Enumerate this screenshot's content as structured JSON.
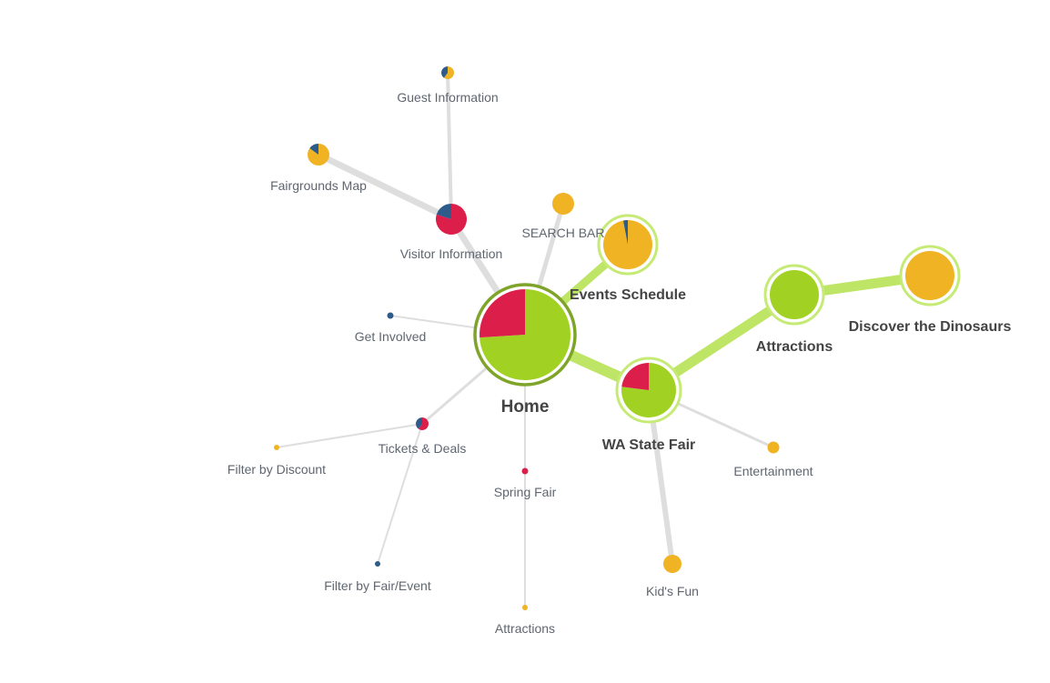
{
  "colors": {
    "green": "#a1d223",
    "yellow": "#efb324",
    "red": "#dc1f4a",
    "blue": "#2d5b8a",
    "highlight_link": "#bfe566",
    "highlight_ring": "#c6ea76",
    "home_ring": "#7ea52a",
    "link": "#dedede"
  },
  "nodes": {
    "home": {
      "label": "Home",
      "slices": [
        {
          "color": "green",
          "value": 0.74
        },
        {
          "color": "red",
          "value": 0.26
        }
      ]
    },
    "events_schedule": {
      "label": "Events Schedule",
      "slices": [
        {
          "color": "yellow",
          "value": 0.97
        },
        {
          "color": "blue",
          "value": 0.03
        }
      ]
    },
    "wa_state_fair": {
      "label": "WA State Fair",
      "slices": [
        {
          "color": "green",
          "value": 0.77
        },
        {
          "color": "red",
          "value": 0.23
        }
      ]
    },
    "attractions_main": {
      "label": "Attractions",
      "slices": [
        {
          "color": "green",
          "value": 1
        }
      ]
    },
    "discover_dinosaurs": {
      "label": "Discover the Dinosaurs",
      "slices": [
        {
          "color": "yellow",
          "value": 1
        }
      ]
    },
    "visitor_information": {
      "label": "Visitor Information",
      "slices": [
        {
          "color": "red",
          "value": 0.8
        },
        {
          "color": "blue",
          "value": 0.2
        }
      ]
    },
    "fairgrounds_map": {
      "label": "Fairgrounds Map",
      "slices": [
        {
          "color": "yellow",
          "value": 0.85
        },
        {
          "color": "blue",
          "value": 0.15
        }
      ]
    },
    "guest_information": {
      "label": "Guest Information",
      "slices": [
        {
          "color": "yellow",
          "value": 0.6
        },
        {
          "color": "blue",
          "value": 0.4
        }
      ]
    },
    "search_bar": {
      "label": "SEARCH BAR",
      "slices": [
        {
          "color": "yellow",
          "value": 1
        }
      ]
    },
    "get_involved": {
      "label": "Get Involved",
      "slices": [
        {
          "color": "blue",
          "value": 1
        }
      ]
    },
    "tickets_deals": {
      "label": "Tickets & Deals",
      "slices": [
        {
          "color": "red",
          "value": 0.6
        },
        {
          "color": "blue",
          "value": 0.4
        }
      ]
    },
    "filter_discount": {
      "label": "Filter by Discount",
      "slices": [
        {
          "color": "yellow",
          "value": 1
        }
      ]
    },
    "filter_fair_event": {
      "label": "Filter by Fair/Event",
      "slices": [
        {
          "color": "blue",
          "value": 1
        }
      ]
    },
    "spring_fair": {
      "label": "Spring Fair",
      "slices": [
        {
          "color": "red",
          "value": 1
        }
      ]
    },
    "attractions_sub": {
      "label": "Attractions",
      "slices": [
        {
          "color": "yellow",
          "value": 1
        }
      ]
    },
    "entertainment": {
      "label": "Entertainment",
      "slices": [
        {
          "color": "yellow",
          "value": 1
        }
      ]
    },
    "kids_fun": {
      "label": "Kid's Fun",
      "slices": [
        {
          "color": "yellow",
          "value": 1
        }
      ]
    }
  },
  "links": [
    {
      "from": "home",
      "to": "events_schedule",
      "highlighted": true
    },
    {
      "from": "home",
      "to": "wa_state_fair",
      "highlighted": true
    },
    {
      "from": "wa_state_fair",
      "to": "attractions_main",
      "highlighted": true
    },
    {
      "from": "attractions_main",
      "to": "discover_dinosaurs",
      "highlighted": true
    },
    {
      "from": "home",
      "to": "visitor_information",
      "highlighted": false
    },
    {
      "from": "visitor_information",
      "to": "fairgrounds_map",
      "highlighted": false
    },
    {
      "from": "visitor_information",
      "to": "guest_information",
      "highlighted": false
    },
    {
      "from": "home",
      "to": "search_bar",
      "highlighted": false
    },
    {
      "from": "home",
      "to": "get_involved",
      "highlighted": false
    },
    {
      "from": "home",
      "to": "tickets_deals",
      "highlighted": false
    },
    {
      "from": "tickets_deals",
      "to": "filter_discount",
      "highlighted": false
    },
    {
      "from": "tickets_deals",
      "to": "filter_fair_event",
      "highlighted": false
    },
    {
      "from": "home",
      "to": "spring_fair",
      "highlighted": false
    },
    {
      "from": "spring_fair",
      "to": "attractions_sub",
      "highlighted": false
    },
    {
      "from": "wa_state_fair",
      "to": "entertainment",
      "highlighted": false
    },
    {
      "from": "wa_state_fair",
      "to": "kids_fun",
      "highlighted": false
    }
  ]
}
